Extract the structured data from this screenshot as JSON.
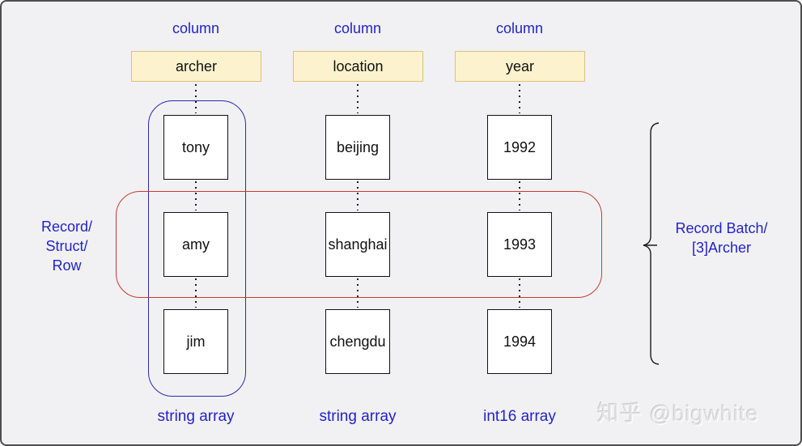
{
  "colors": {
    "canvas_background": "#f1f1f3",
    "frame_border": "#4e4e4e",
    "label_blue": "#2323c8",
    "row_ring_red": "#c73a32",
    "column_ring_blue": "#2a2ab0",
    "header_fill": "#fcf2cd",
    "header_border": "#dcc278"
  },
  "columns": [
    {
      "top_label": "column",
      "header": "archer",
      "cells": [
        "tony",
        "amy",
        "jim"
      ],
      "array_label": "string array"
    },
    {
      "top_label": "column",
      "header": "location",
      "cells": [
        "beijing",
        "shanghai",
        "chengdu"
      ],
      "array_label": "string array"
    },
    {
      "top_label": "column",
      "header": "year",
      "cells": [
        "1992",
        "1993",
        "1994"
      ],
      "array_label": "int16 array"
    }
  ],
  "left_label": {
    "lines": [
      "Record/",
      "Struct/",
      "Row"
    ]
  },
  "right_label": {
    "lines": [
      "Record Batch/",
      "[3]Archer"
    ]
  },
  "watermark": "知乎 @bigwhite"
}
